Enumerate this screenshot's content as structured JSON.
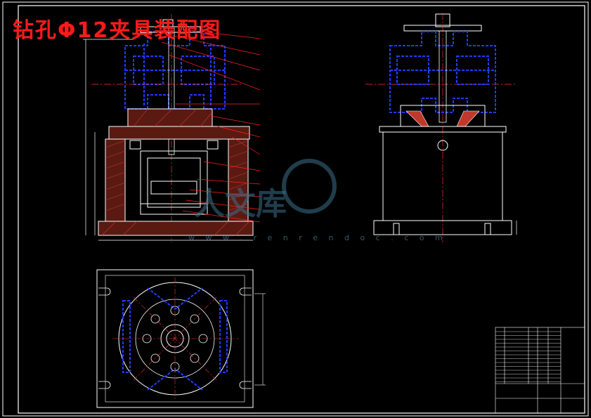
{
  "title": "钻孔Φ12夹具装配图",
  "watermark": {
    "text": "人文库",
    "url": "w w w . r e n r e n d o c . c o m"
  },
  "colors": {
    "background": "#000000",
    "outline": "#ffffff",
    "hidden_parts": "#1e3cff",
    "section_hatch": "#c0382b",
    "leaders": "#ff2020",
    "centerlines": "#ff3030",
    "title": "#ff1a1a"
  },
  "views": [
    "front-section-view",
    "side-view",
    "top-view"
  ],
  "icons": {
    "watermark_logo": "circle-logo-icon"
  }
}
